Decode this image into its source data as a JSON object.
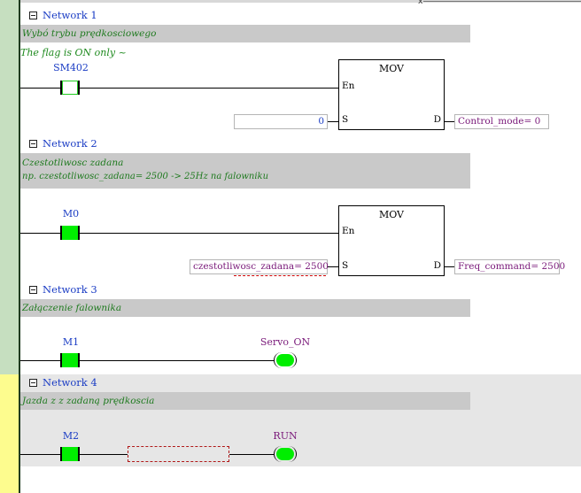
{
  "networks": [
    {
      "header": "Network 1",
      "comments": [
        "Wybó trybu prędkosciowego"
      ],
      "flag_note": "The flag is ON only ~",
      "contact": {
        "label": "SM402",
        "state": "off"
      },
      "instruction": {
        "name": "MOV",
        "pin_en": "En",
        "pin_s": "S",
        "pin_d": "D",
        "source": "0",
        "destination": "Control_mode= 0"
      }
    },
    {
      "header": "Network 2",
      "comments": [
        "Czestotliwosc zadana",
        "np. czestotliwosc_zadana= 2500 -> 25Hz na falowniku"
      ],
      "contact": {
        "label": "M0",
        "state": "on"
      },
      "instruction": {
        "name": "MOV",
        "pin_en": "En",
        "pin_s": "S",
        "pin_d": "D",
        "source": "czestotliwosc_zadana= 2500",
        "destination": "Freq_command= 2500"
      }
    },
    {
      "header": "Network 3",
      "comments": [
        "Załączenie falownika"
      ],
      "contact": {
        "label": "M1",
        "state": "on"
      },
      "coil": {
        "label": "Servo_ON"
      }
    },
    {
      "header": "Network 4",
      "comments": [
        "Jazda z z zadaną prędkoscia"
      ],
      "contact": {
        "label": "M2",
        "state": "on"
      },
      "coil": {
        "label": "RUN"
      }
    }
  ],
  "colors": {
    "active_rail": "#c6dfc0",
    "selected_rail": "#fdfc8e",
    "contact_on": "#00ee00",
    "network_title": "#1a3cc4",
    "comment_text": "#1f7a1f",
    "coil_label": "#7a1a7a"
  },
  "icons": {
    "collapse": "minus-box-icon",
    "top_close": "close-icon"
  },
  "top_close_glyph": "x"
}
